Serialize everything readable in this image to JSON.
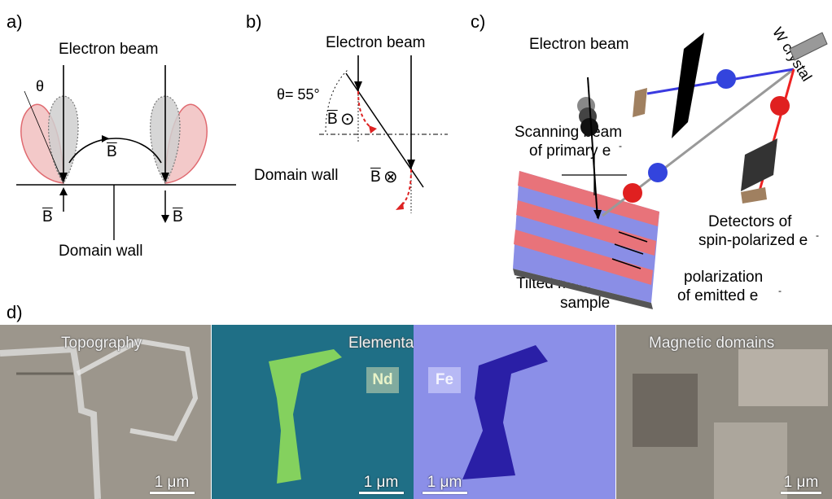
{
  "panels": {
    "a": {
      "label": "a)",
      "electron_beam": "Electron beam",
      "theta": "θ",
      "b_top": "B",
      "b_left": "B",
      "b_right": "B",
      "domain_wall": "Domain wall"
    },
    "b": {
      "label": "b)",
      "electron_beam": "Electron beam",
      "theta": "θ= 55°",
      "b_dot": "B",
      "b_cross": "B",
      "domain_wall": "Domain wall"
    },
    "c": {
      "label": "c)",
      "electron_beam": "Electron beam",
      "w_crystal": "W crystal",
      "scanning_beam_1": "Scanning beam",
      "scanning_beam_2": "of primary e",
      "detectors_1": "Detectors of",
      "detectors_2": "spin-polarized e",
      "polarization_1": "polarization",
      "polarization_2": "of emitted e",
      "sample_1": "Tilted magnetic",
      "sample_2": "sample",
      "superscript_minus": "-"
    },
    "d": {
      "label": "d)",
      "topography": "Topography",
      "elemental_maps": "Elemental maps",
      "magnetic_domains": "Magnetic domains",
      "nd": "Nd",
      "fe": "Fe",
      "scale_bar": "1 μm"
    }
  },
  "colors": {
    "red_lobe": "#e0787a",
    "grey_lobe": "#c9c9c9",
    "red_stripe": "#e8737a",
    "blue_stripe": "#8a8ee6",
    "nd_map_bg": "#1f6f86",
    "nd_feature": "#8fdc5a",
    "fe_map_bg": "#8b8fe8",
    "fe_feature": "#2a1fa6",
    "topo_bg": "#9c968c",
    "mag_bg": "#8f8a80"
  }
}
